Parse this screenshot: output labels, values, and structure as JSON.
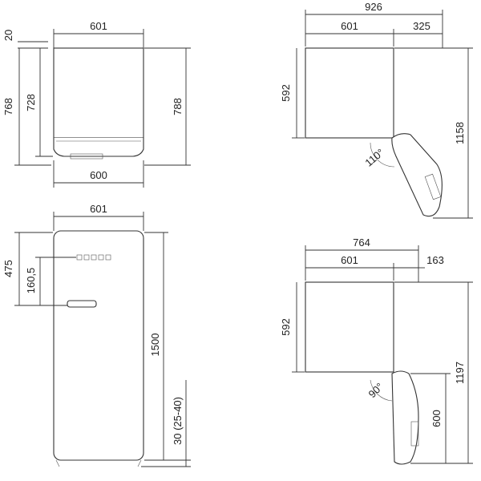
{
  "views": {
    "top_front": {
      "width_top": "601",
      "width_bottom": "600",
      "left_outer": "768",
      "left_inner": "728",
      "right": "788",
      "top_gap": "20"
    },
    "top_side": {
      "total": "926",
      "depth": "601",
      "door": "325",
      "height": "592",
      "overall": "1158",
      "angle": "110°"
    },
    "front": {
      "width": "601",
      "upper": "475",
      "handle": "160,5",
      "height": "1500",
      "feet": "30 (25-40)"
    },
    "bottom_side": {
      "total": "764",
      "depth": "601",
      "door": "163",
      "height": "592",
      "overall": "1197",
      "door_height": "600",
      "angle": "90°"
    }
  }
}
